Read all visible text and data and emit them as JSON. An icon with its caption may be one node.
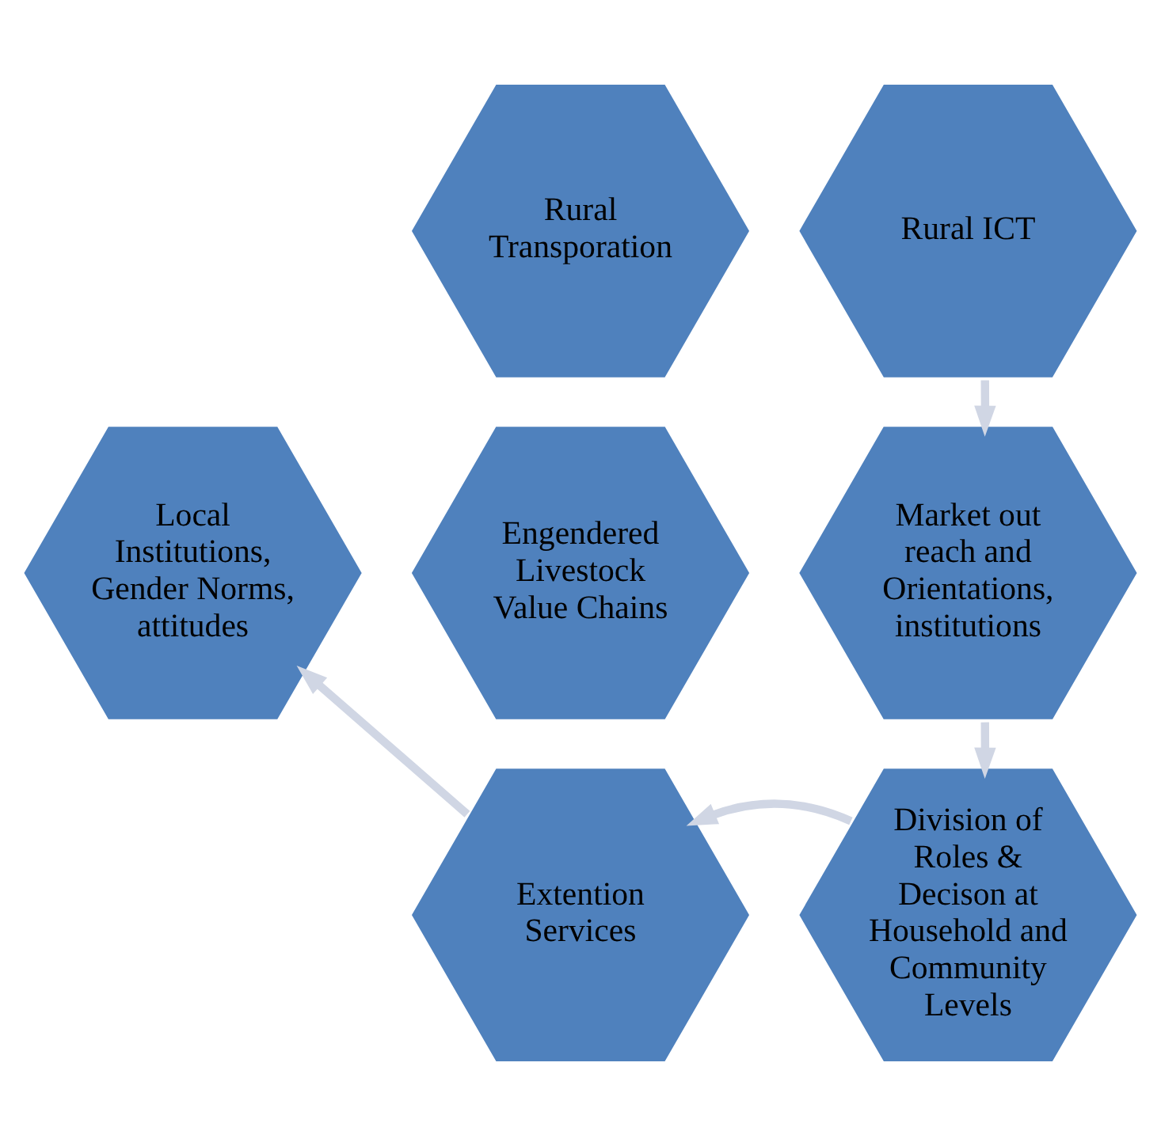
{
  "diagram": {
    "nodes": [
      {
        "text": [
          "Rural ICT"
        ]
      },
      {
        "text": [
          "Rural Transporation"
        ]
      },
      {
        "text": [
          "Market out reach and Orientations, institutions"
        ]
      },
      {
        "text": [
          "Engendered Livestock Value Chains"
        ]
      },
      {
        "text": [
          "Division of Roles & Decison at Household and Community Levels"
        ]
      },
      {
        "text": [
          "Local Institutions, Gender Norms, attitudes"
        ]
      },
      {
        "text": [
          "Extention Services"
        ]
      }
    ],
    "edges": [
      {
        "from": 0,
        "to": 2,
        "arrow": "to"
      },
      {
        "from": 2,
        "to": 4,
        "arrow": "to"
      },
      {
        "from": 4,
        "to": 6,
        "arrow": "to"
      },
      {
        "from": 6,
        "to": 5,
        "arrow": "to"
      }
    ]
  }
}
